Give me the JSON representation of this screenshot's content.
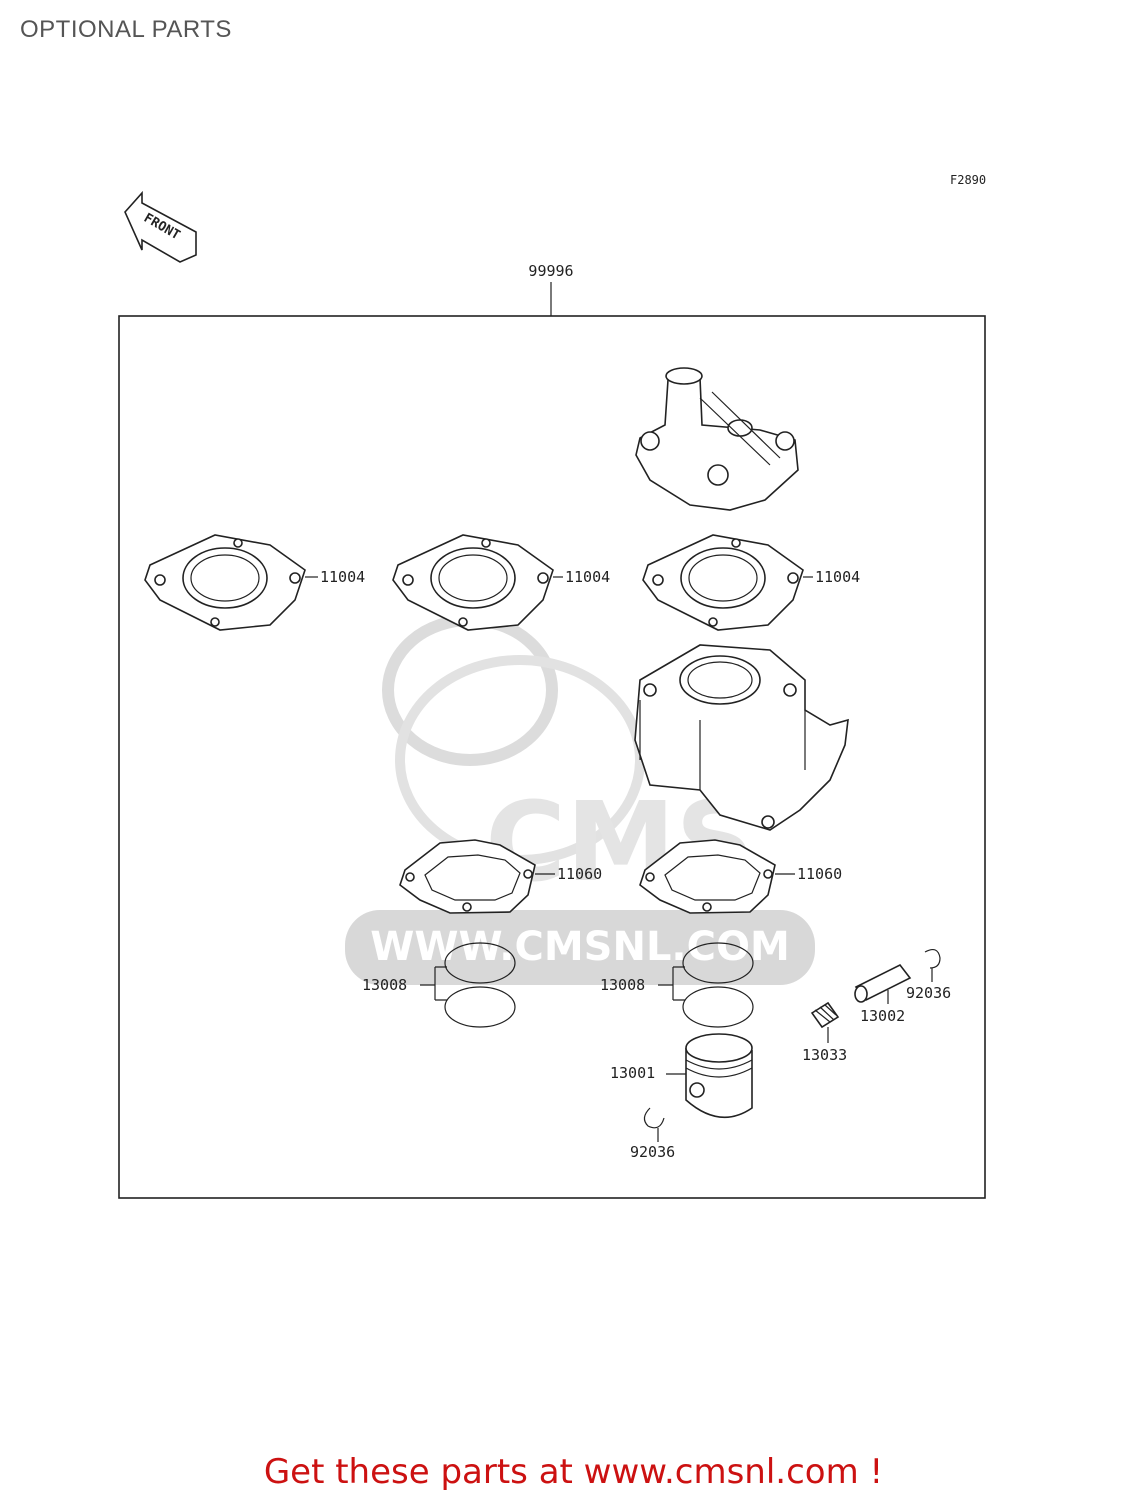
{
  "page": {
    "title": "OPTIONAL PARTS",
    "diagram_code": "F2890",
    "front_marker": "FRONT",
    "footer_text": "Get these parts at www.cmsnl.com !",
    "watermark_url": "WWW.CMSNL.COM",
    "watermark_logo": "CMS"
  },
  "colors": {
    "title": "#555555",
    "footer": "#cc1111",
    "lines": "#222222",
    "watermark": "#d8d8d8"
  },
  "parts": {
    "kit": "99996",
    "head_gasket_1": "11004",
    "head_gasket_2": "11004",
    "head_gasket_3": "11004",
    "base_gasket_1": "11060",
    "base_gasket_2": "11060",
    "ring_set_1": "13008",
    "ring_set_2": "13008",
    "piston": "13001",
    "piston_pin": "13002",
    "needle_bearing": "13033",
    "circlip_upper": "92036",
    "circlip_lower": "92036"
  }
}
